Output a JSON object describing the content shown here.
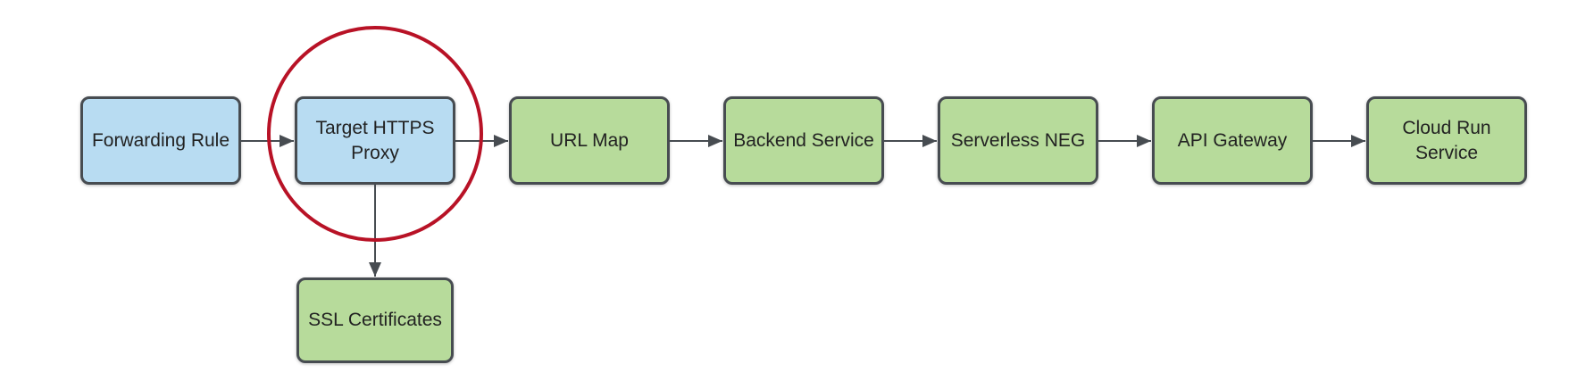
{
  "colors": {
    "node-blue": "#b8dcf2",
    "node-green": "#b7db9b",
    "node-border": "#474c51",
    "arrow": "#474c51",
    "highlight-red": "#b81226",
    "text": "#222222",
    "background": "#ffffff"
  },
  "nodes": [
    {
      "id": "forwarding-rule",
      "label": "Forwarding Rule",
      "color": "blue"
    },
    {
      "id": "target-https-proxy",
      "label": "Target HTTPS Proxy",
      "color": "blue",
      "highlighted": true
    },
    {
      "id": "url-map",
      "label": "URL Map",
      "color": "green"
    },
    {
      "id": "backend-service",
      "label": "Backend Service",
      "color": "green"
    },
    {
      "id": "serverless-neg",
      "label": "Serverless NEG",
      "color": "green"
    },
    {
      "id": "api-gateway",
      "label": "API Gateway",
      "color": "green"
    },
    {
      "id": "cloud-run-service",
      "label": "Cloud Run Service",
      "color": "green"
    },
    {
      "id": "ssl-certificates",
      "label": "SSL Certificates",
      "color": "green"
    }
  ],
  "edges": [
    {
      "from": "forwarding-rule",
      "to": "target-https-proxy",
      "direction": "right"
    },
    {
      "from": "target-https-proxy",
      "to": "url-map",
      "direction": "right"
    },
    {
      "from": "url-map",
      "to": "backend-service",
      "direction": "right"
    },
    {
      "from": "backend-service",
      "to": "serverless-neg",
      "direction": "right"
    },
    {
      "from": "serverless-neg",
      "to": "api-gateway",
      "direction": "right"
    },
    {
      "from": "api-gateway",
      "to": "cloud-run-service",
      "direction": "right"
    },
    {
      "from": "target-https-proxy",
      "to": "ssl-certificates",
      "direction": "down"
    }
  ],
  "annotations": {
    "highlight_circle_on": "target-https-proxy"
  }
}
